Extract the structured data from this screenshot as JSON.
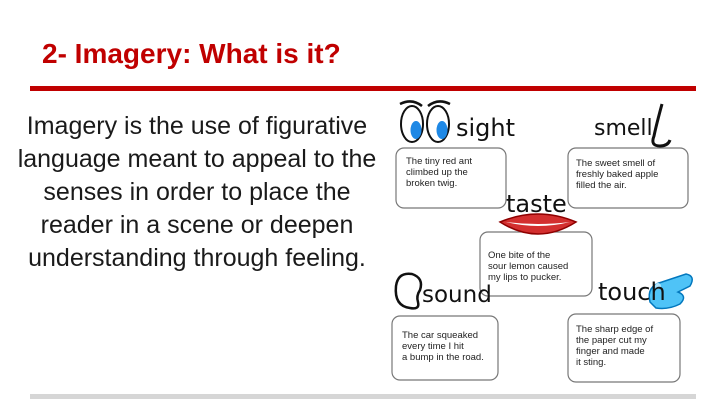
{
  "slide": {
    "title": "2- Imagery: What is it?",
    "body": "Imagery is the use of figurative language meant to appeal to the senses in order to place the reader in a scene or deepen understanding through feeling."
  },
  "senses": {
    "sight": {
      "word": "sight",
      "caption": "The tiny red ant\nclimbed up the\nbroken twig."
    },
    "smell": {
      "word": "smell",
      "caption": "The sweet smell of\nfreshly baked apple\nfilled the air."
    },
    "taste": {
      "word": "taste",
      "caption": "One bite of the\nsour lemon caused\nmy lips to pucker."
    },
    "sound": {
      "word": "sound",
      "caption": "The car squeaked\nevery time I hit\na bump in the road."
    },
    "touch": {
      "word": "touch",
      "caption": "The sharp edge of\nthe paper cut my\nfinger and made\nit sting."
    }
  },
  "colors": {
    "title": "#c00000",
    "rule": "#c00000",
    "eye_iris": "#1e88e5",
    "lips": "#d32f2f",
    "hand": "#4fc3f7"
  }
}
